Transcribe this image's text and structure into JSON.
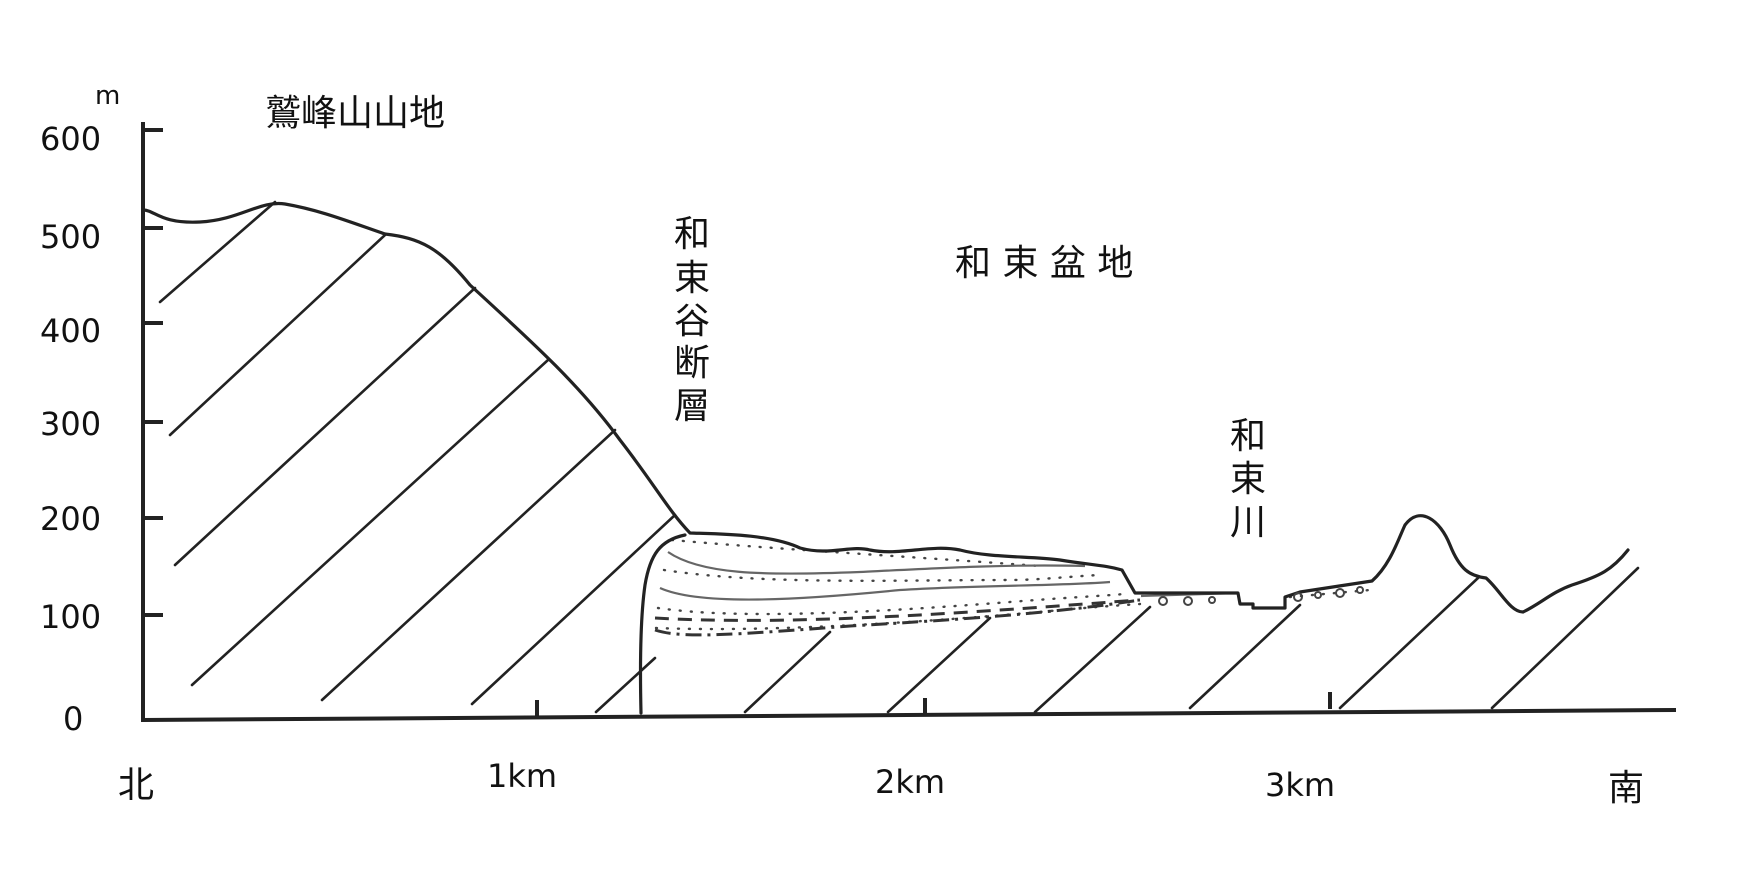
{
  "figure": {
    "y_unit": "m",
    "y_ticks": [
      "600",
      "500",
      "400",
      "300",
      "200",
      "100",
      "0"
    ],
    "x_ticks": [
      "1km",
      "2km",
      "3km"
    ],
    "north": "北",
    "south": "南",
    "labels": {
      "mountain": "鷲峰山山地",
      "basin": "和 束 盆 地",
      "fault": [
        "和",
        "束",
        "谷",
        "断",
        "層"
      ],
      "river": [
        "和",
        "束",
        "川"
      ]
    }
  },
  "chart_data": {
    "type": "line",
    "xlabel": "",
    "ylabel": "m",
    "ylim": [
      0,
      600
    ],
    "x_tick_labels": [
      "1km",
      "2km",
      "3km"
    ],
    "series": [
      {
        "x": [
          0,
          0.33,
          0.63,
          0.83,
          1.03,
          1.2,
          1.33,
          1.45,
          1.72,
          2.07,
          2.45,
          2.6,
          2.7,
          2.93,
          3.0,
          3.26,
          3.37,
          3.53,
          3.75
        ],
        "y": [
          535,
          530,
          495,
          440,
          360,
          275,
          192,
          185,
          175,
          175,
          165,
          130,
          125,
          115,
          125,
          200,
          150,
          110,
          190
        ]
      }
    ]
  }
}
